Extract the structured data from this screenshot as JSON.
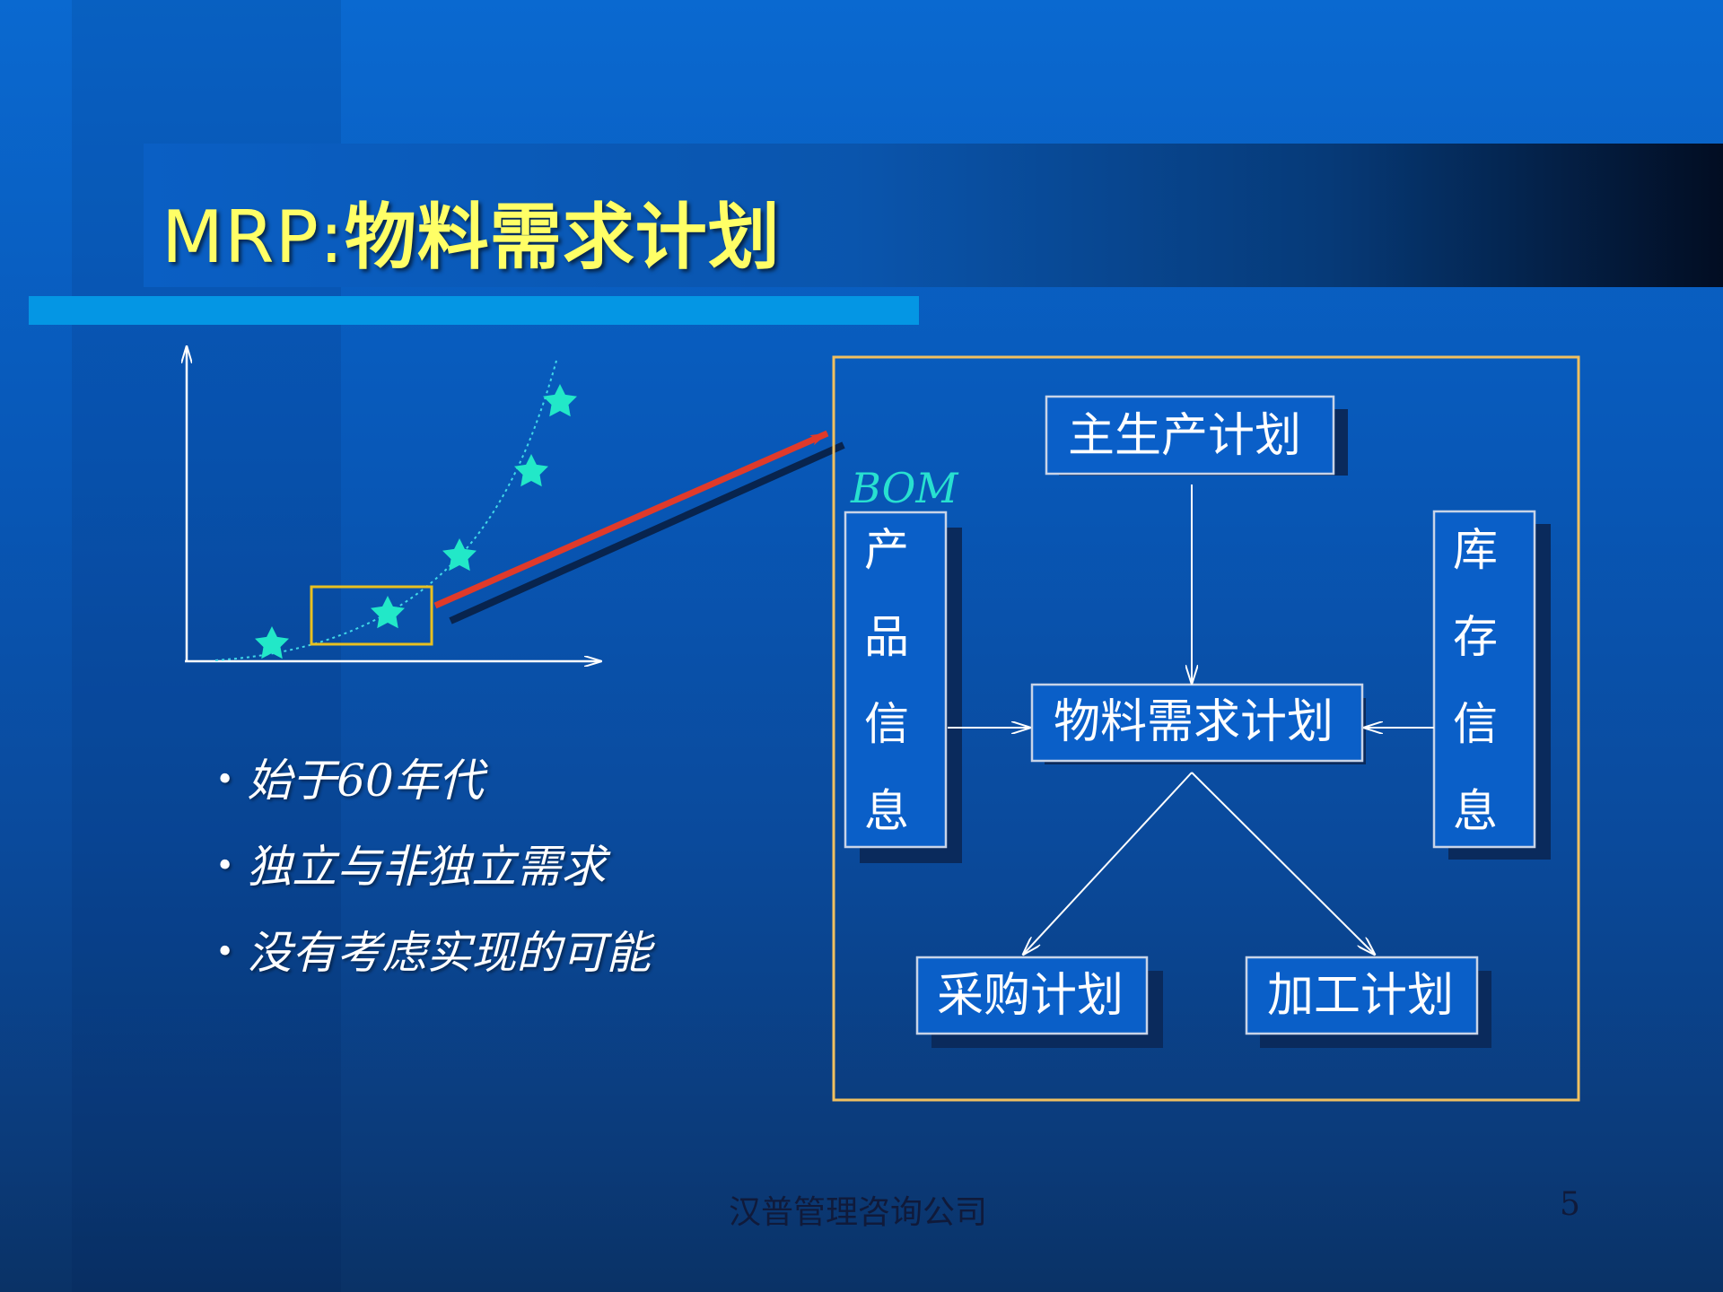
{
  "slide": {
    "title_latin": "MRP:",
    "title_cjk": "物料需求计划",
    "footer": "汉普管理咨询公司",
    "page_number": "5"
  },
  "bullets": [
    "始于60年代",
    "独立与非独立需求",
    "没有考虑实现的可能"
  ],
  "diagram": {
    "bom_label": "BOM",
    "master_schedule": "主生产计划",
    "mrp": "物料需求计划",
    "product_info": [
      "产",
      "品",
      "信",
      "息"
    ],
    "inventory_info": [
      "库",
      "存",
      "信",
      "息"
    ],
    "purchase_plan": "采购计划",
    "processing_plan": "加工计划"
  },
  "colors": {
    "title_text": "#ffff66",
    "star": "#22e8c8",
    "highlight_arrow": "#e03a2a",
    "frame": "#f0c060",
    "box_fill": "#0a5fc8",
    "accent_bar": "#0496e4"
  }
}
